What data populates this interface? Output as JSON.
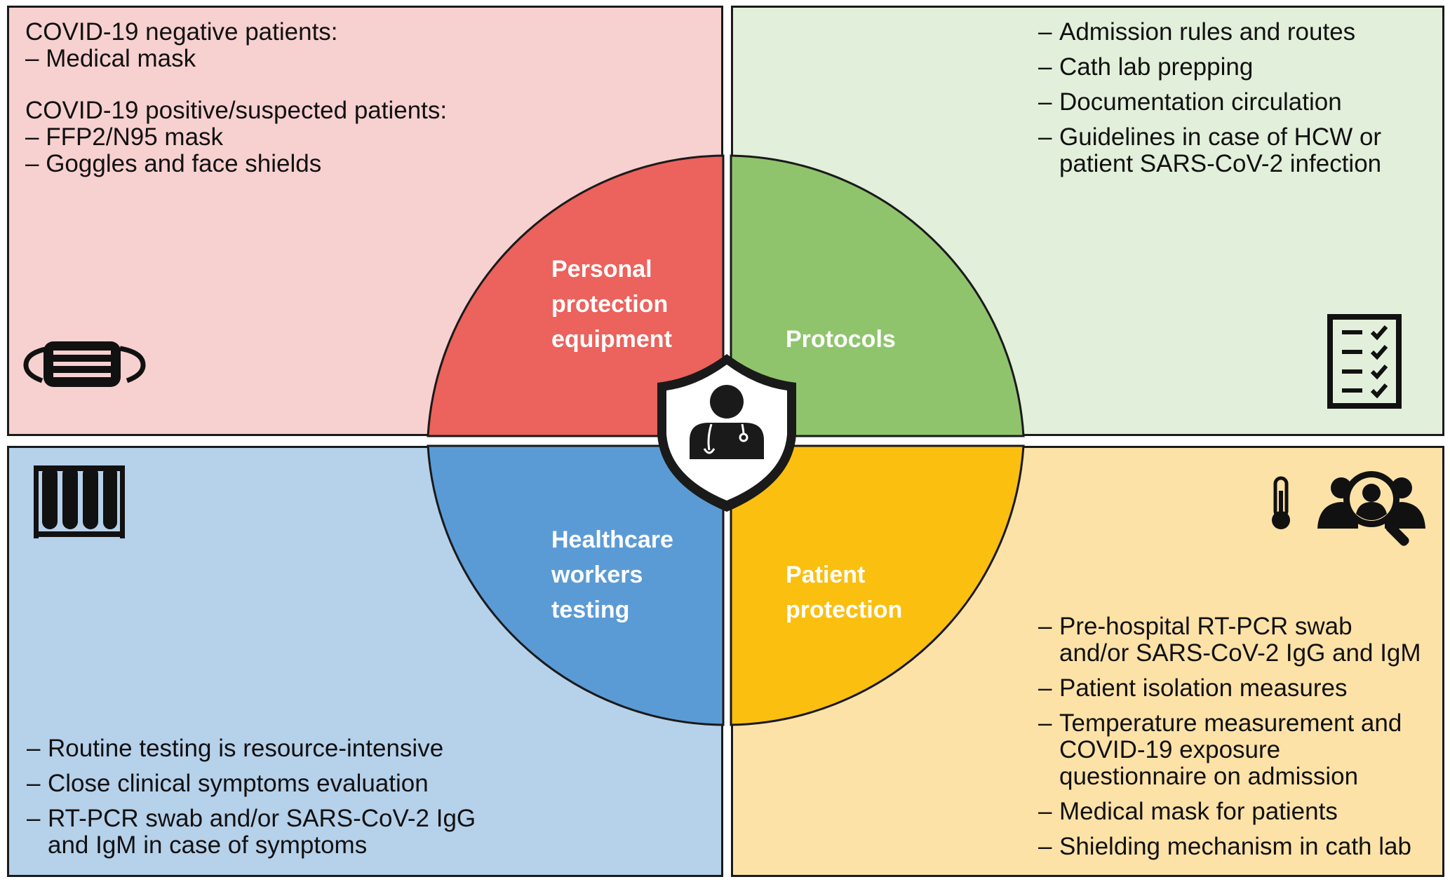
{
  "colors": {
    "ppe_bg": "#f7d0d0",
    "protocols_bg": "#e2efda",
    "testing_bg": "#b6d1ea",
    "patient_bg": "#fde2a8",
    "ppe_wedge": "#ec625c",
    "protocols_wedge": "#8fc46c",
    "testing_wedge": "#5b9bd5",
    "patient_wedge": "#fbbf10",
    "outline": "#1a1a1a"
  },
  "quadrants": {
    "ppe": {
      "label_lines": [
        "Personal",
        "protection",
        "equipment"
      ],
      "negative_heading": "COVID-19 negative patients:",
      "negative_items": [
        "Medical mask"
      ],
      "positive_heading": "COVID-19 positive/suspected patients:",
      "positive_items": [
        "FFP2/N95 mask",
        "Goggles and face shields"
      ],
      "icon": "face-mask-icon"
    },
    "protocols": {
      "label_lines": [
        "Protocols"
      ],
      "items": [
        [
          "Admission rules and routes"
        ],
        [
          "Cath lab prepping"
        ],
        [
          "Documentation circulation"
        ],
        [
          "Guidelines in case of HCW or",
          "patient SARS-CoV-2 infection"
        ]
      ],
      "icon": "checklist-icon"
    },
    "testing": {
      "label_lines": [
        "Healthcare",
        "workers",
        "testing"
      ],
      "items": [
        [
          "Routine testing is resource-intensive"
        ],
        [
          "Close clinical symptoms evaluation"
        ],
        [
          "RT-PCR swab and/or SARS-CoV-2 IgG",
          "and IgM in case of symptoms"
        ]
      ],
      "icon": "test-tubes-icon"
    },
    "patient": {
      "label_lines": [
        "Patient",
        "protection"
      ],
      "items": [
        [
          "Pre-hospital RT-PCR swab",
          "and/or SARS-CoV-2 IgG and IgM"
        ],
        [
          "Patient isolation measures"
        ],
        [
          "Temperature measurement and",
          "COVID-19 exposure",
          "questionnaire on admission"
        ],
        [
          "Medical mask for patients"
        ],
        [
          "Shielding mechanism in cath lab"
        ]
      ],
      "icons": [
        "thermometer-icon",
        "people-search-icon"
      ]
    }
  },
  "center_icon": "doctor-shield-icon"
}
